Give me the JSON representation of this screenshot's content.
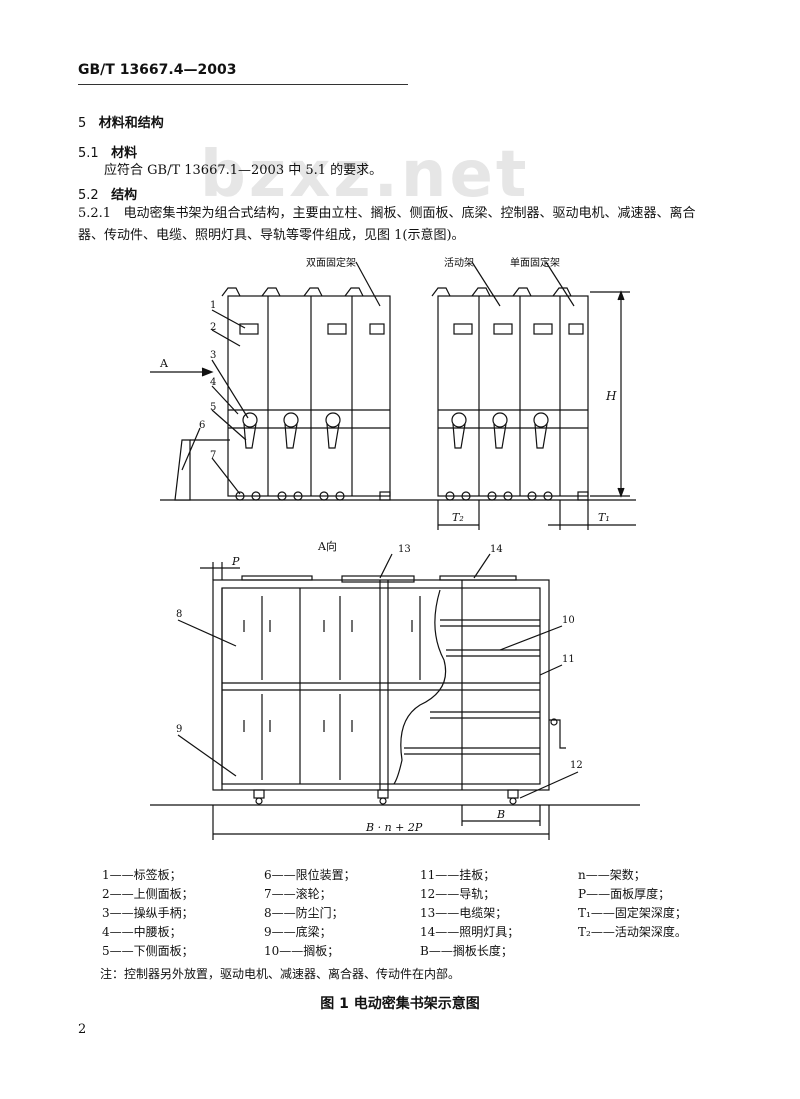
{
  "header": {
    "standard": "GB/T 13667.4—2003"
  },
  "watermark": "bzxz.net",
  "section5": {
    "num": "5",
    "title": "材料和结构"
  },
  "s51": {
    "num": "5.1",
    "title": "材料",
    "body": "应符合 GB/T 13667.1—2003 中 5.1 的要求。"
  },
  "s52": {
    "num": "5.2",
    "title": "结构"
  },
  "s521": {
    "num": "5.2.1",
    "line1": "电动密集书架为组合式结构，主要由立柱、搁板、侧面板、底梁、控制器、驱动电机、减速器、离合",
    "line2": "器、传动件、电缆、照明灯具、导轨等零件组成，见图 1(示意图)。"
  },
  "figure": {
    "top_labels": {
      "double": "双面固定架",
      "mobile": "活动架",
      "single": "单面固定架"
    },
    "view_label": "A向",
    "arrow_label": "A",
    "dims": {
      "H": "H",
      "T2": "T₂",
      "T1": "T₁",
      "P": "P",
      "B": "B",
      "total": "B · n + 2P"
    },
    "callouts": [
      "1",
      "2",
      "3",
      "4",
      "5",
      "6",
      "7",
      "8",
      "9",
      "10",
      "11",
      "12",
      "13",
      "14"
    ]
  },
  "legend": {
    "col1": [
      "1——标签板；",
      "2——上侧面板；",
      "3——操纵手柄；",
      "4——中腰板；",
      "5——下侧面板；"
    ],
    "col2": [
      "6——限位装置；",
      "7——滚轮；",
      "8——防尘门；",
      "9——底梁；",
      "10——搁板；"
    ],
    "col3": [
      "11——挂板；",
      "12——导轨；",
      "13——电缆架；",
      "14——照明灯具；",
      "B——搁板长度；"
    ],
    "col4": [
      "n——架数；",
      "P——面板厚度；",
      "T₁——固定架深度；",
      "T₂——活动架深度。"
    ]
  },
  "note": "注：控制器另外放置，驱动电机、减速器、离合器、传动件在内部。",
  "caption": "图 1   电动密集书架示意图",
  "page_number": "2"
}
